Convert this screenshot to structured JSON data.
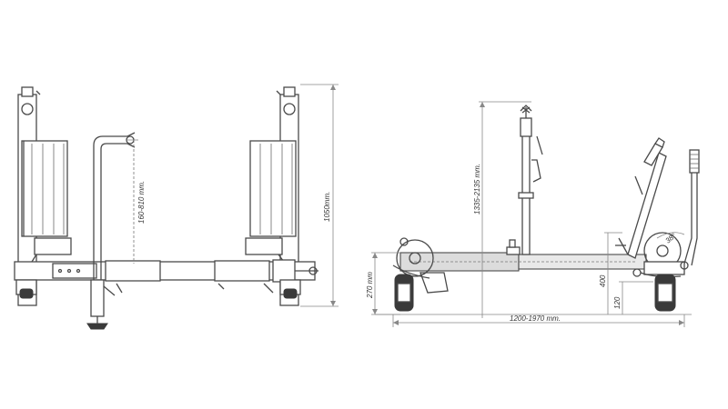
{
  "drawings": {
    "front_view": {
      "height_dimension": "1050mm.",
      "crank_height_dimension": "160-810 mm."
    },
    "side_view": {
      "height_range_dimension": "1335-2135 mm.",
      "base_height_dimension": "270 mm",
      "length_range_dimension": "1200-1970 mm.",
      "arm_height_dimension": "400",
      "wheel_height_dimension": "120",
      "angle_dimension": "38°"
    }
  },
  "colors": {
    "line": "#4a4a4a",
    "fill_grey": "#dcdcdc",
    "dimension_line": "#888888"
  }
}
